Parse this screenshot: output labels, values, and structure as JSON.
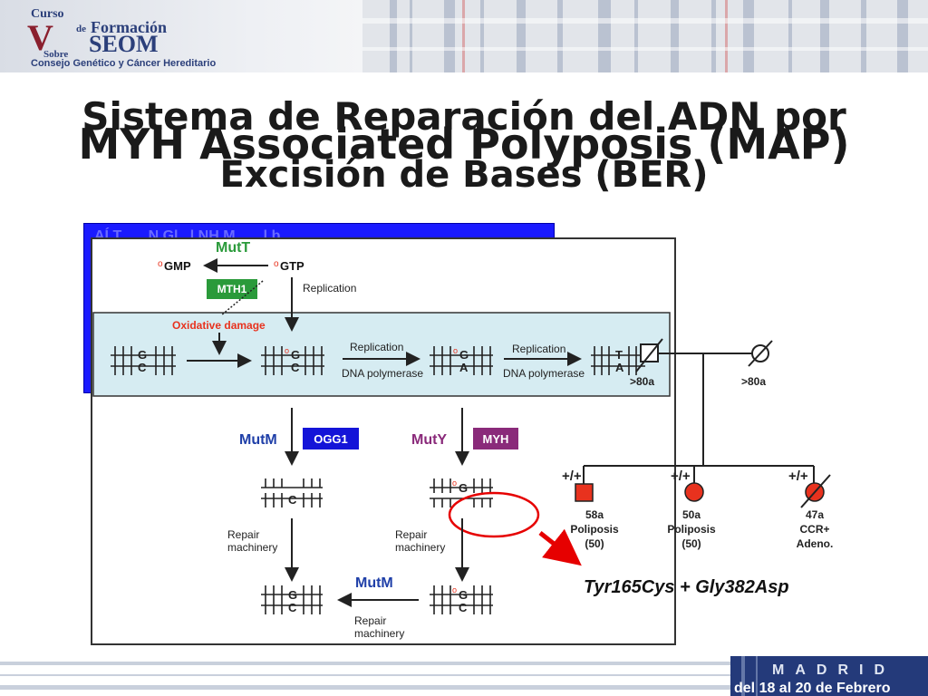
{
  "header": {
    "logo_line1": "Curso",
    "logo_line2_small": "de",
    "logo_line2": "Formación",
    "logo_roman": "V",
    "logo_brand": "SEOM",
    "logo_line3": "Sobre",
    "logo_line4": "Consejo Genético y Cáncer Hereditario"
  },
  "titles": {
    "back_line1": "Sistema de Reparación del ADN por",
    "back_line2": "Excisión de Bases (BER)",
    "front": "MYH Associated Polyposis (MAP)"
  },
  "blue_box_text": "AÍ T... ...N Gl...l NH M...... l b...",
  "pathway": {
    "mutt": "MutT",
    "ogmp": "GMP",
    "ogtp": "GTP",
    "mth1": "MTH1",
    "replication_top": "Replication",
    "oxidative": "Oxidative damage",
    "replication_1": "Replication",
    "dna_pol_1": "DNA polymerase",
    "replication_2": "Replication",
    "dna_pol_2": "DNA polymerase",
    "mutm": "MutM",
    "ogg1": "OGG1",
    "muty": "MutY",
    "myh": "MYH",
    "repair_1": "Repair",
    "machinery_1": "machinery",
    "repair_2": "Repair",
    "machinery_2": "machinery",
    "mutm_2": "MutM",
    "repair_3": "Repair",
    "machinery_3": "machinery",
    "base_g": "G",
    "base_c": "C",
    "base_a": "A",
    "base_t": "T",
    "o_mark": "o"
  },
  "pedigree": {
    "father_age": ">80a",
    "mother_age": ">80a",
    "genotype": "+/+",
    "child1": [
      "58a",
      "Poliposis",
      "(50)"
    ],
    "child2": [
      "50a",
      "Poliposis",
      "(50)"
    ],
    "child3": [
      "47a",
      "CCR+",
      "Adeno."
    ],
    "mutation": "Tyr165Cys + Gly382Asp"
  },
  "footer": {
    "city": "MADRID",
    "dates": "del 18 al 20 de Febrero"
  },
  "colors": {
    "accent_blue": "#1a1aff",
    "mutt_green": "#2a9a3a",
    "ogg1_blue": "#1414d8",
    "myh_purple": "#8a2a7a",
    "affected_red": "#e8321e",
    "arrow_red": "#e60000",
    "band_cyan": "#d6ecf2"
  }
}
